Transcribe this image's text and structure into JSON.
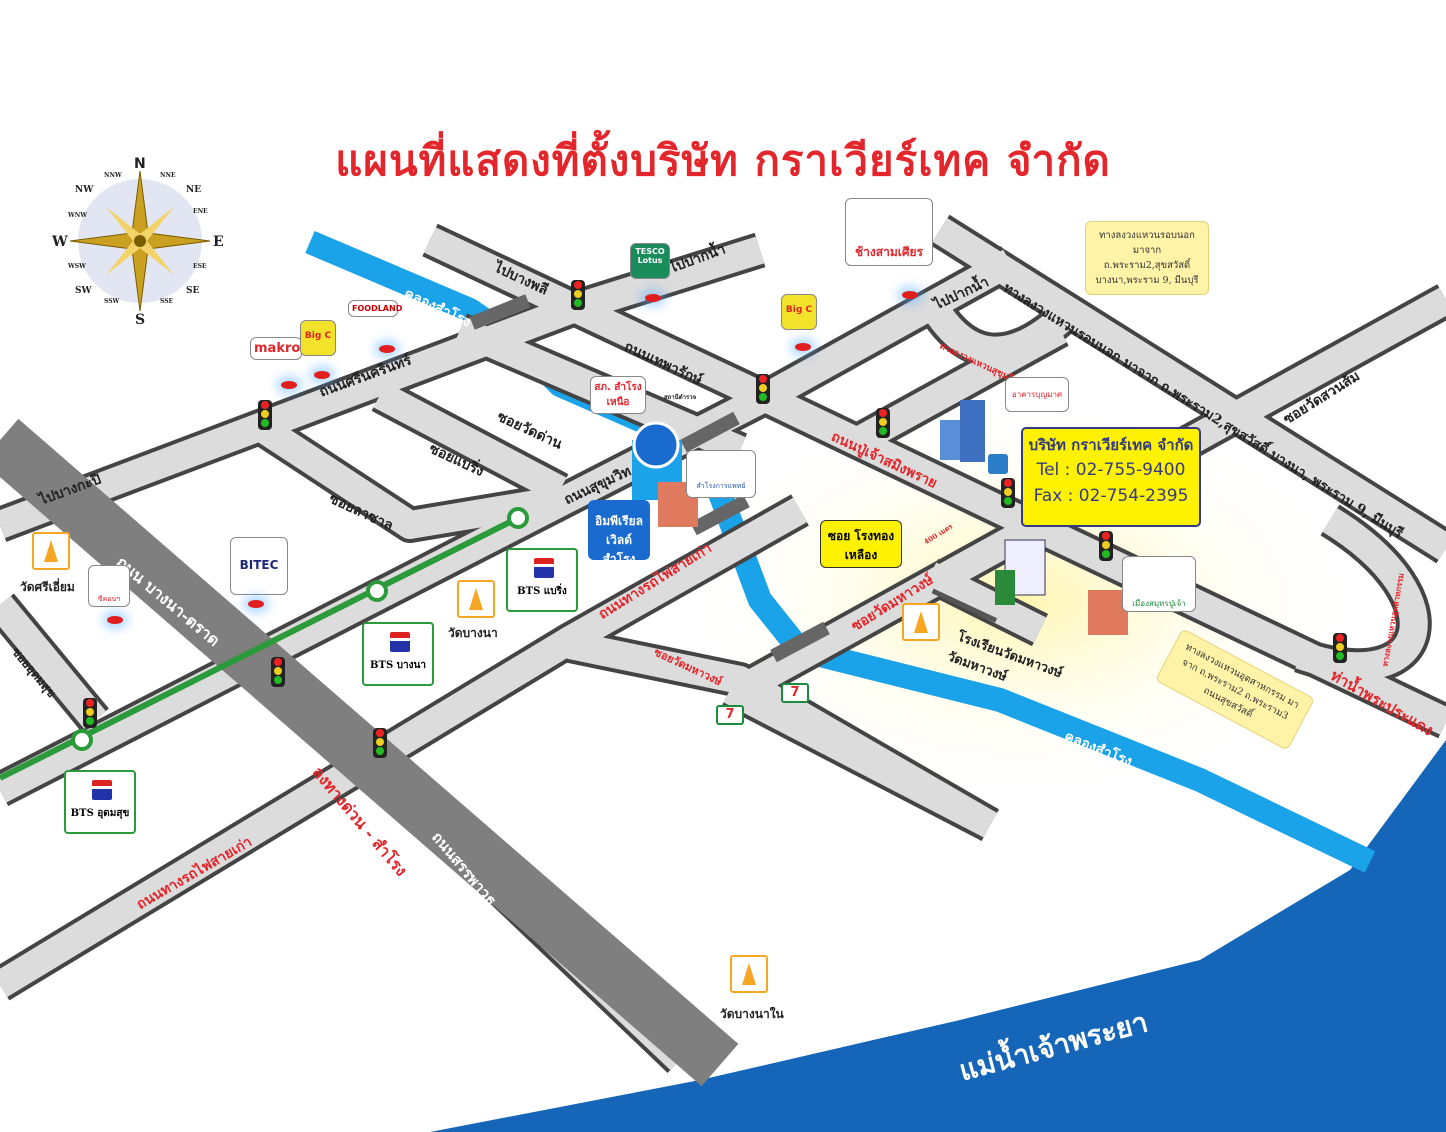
{
  "title": "แผนที่แสดงที่ตั้งบริษัท กราเวียร์เทค จำกัด",
  "compass": {
    "labels": [
      "N",
      "NNE",
      "NE",
      "ENE",
      "E",
      "ESE",
      "SE",
      "SSE",
      "S",
      "SSW",
      "SW",
      "WSW",
      "W",
      "WNW",
      "NW",
      "NNW"
    ],
    "icon": "compass-rose-icon"
  },
  "company": {
    "name": "บริษัท กราเวียร์เทค จำกัด",
    "tel": "Tel : 02-755-9400",
    "fax": "Fax : 02-754-2395"
  },
  "roads": [
    "ไปบางกะปิ",
    "ถนนศรีนครินทร์",
    "ไปบางพลี",
    "ไปปากน้ำ",
    "ถนนเทพารักษ์",
    "ซอยวัดด่าน",
    "ซอยแบริ่ง",
    "ซอยลาซาล",
    "ถนนสุขุมวิท",
    "ถนน บางนา-ตราด",
    "ซอยอุดมสุข",
    "ถนนปู่เจ้าสมิงพราย",
    "ไปปากน้ำ",
    "ทางลงวงแหวนรอบนอก มาจาก ถ.พระราม2,สุขสวัสดิ์ บางนา, พระราม 9, มีนบุรี",
    "ซอยวัดสวนส้ม",
    "ทางลงวงแหวนสุขุมวิท",
    "ถนนทางรถไฟสายเก่า",
    "ซอยวัดมหาวงษ์",
    "ซอยวัดมหาวงษ์",
    "ถนนทางรถไฟสายเก่า",
    "ลงทางด่วน - สำโรง",
    "ถนนสรรพาวุธ",
    "ท่าน้ำพระประแดง",
    "ทางลงวงแหวนอุตสาหกรรม",
    "400 เมตร"
  ],
  "waterways": [
    "คลองสำโรง",
    "คลองสำโรง",
    "คลองสำโรง",
    "แม่น้ำเจ้าพระยา"
  ],
  "pois": {
    "makro": "makro",
    "bigc": "Big C",
    "foodland": "FOODLAND",
    "tesco": "TESCO Lotus",
    "erawan": "ช้างสามเศียร",
    "police": "สภ. สำโรงเหนือ",
    "police_station": "สถานีตำรวจ",
    "imperial": "อิมพีเรียล เวิลด์สำโรง",
    "hospital": "สำโรงการแพทย์",
    "boonmas": "อาคารบุญมาศ",
    "soi_brass": "ซอย โรงทองเหลือง",
    "school": "โรงเรียนวัดมหาวงษ์",
    "wat_mahawong": "วัดมหาวงษ์",
    "muang_hospital": "เมืองสมุทรปู่เจ้า",
    "wat_bangna": "วัดบางนา",
    "wat_sri_iam": "วัดศรีเอี่ยม",
    "seacon": "ซีคอนฯ",
    "bitec": "BITEC",
    "bts_udomsuk": "BTS อุดมสุข",
    "bts_bangna": "BTS บางนา",
    "bts_bearing": "BTS แบริ่ง",
    "wat_bangna_nai": "วัดบางนาใน",
    "seven": "7"
  },
  "notes": {
    "ring_outer": "ทางลงวงแหวนรอบนอก มาจาก ถ.พระราม2,สุขสวัสดิ์ บางนา,พระราม 9, มีนบุรี",
    "ring_industrial": "ทางลงวงแหวนอุตสาหกรรม มาจาก ถ.พระราม2 ถ.พระราม3 ถนนสุขสวัสดิ์"
  },
  "colors": {
    "title": "#e3262b",
    "road": "#dcdcdc",
    "road_edge": "#444444",
    "highway": "#808080",
    "canal": "#1aa3e8",
    "river": "#1565b8",
    "bts_line": "#2b9a3a",
    "company_box": "#fff200"
  }
}
